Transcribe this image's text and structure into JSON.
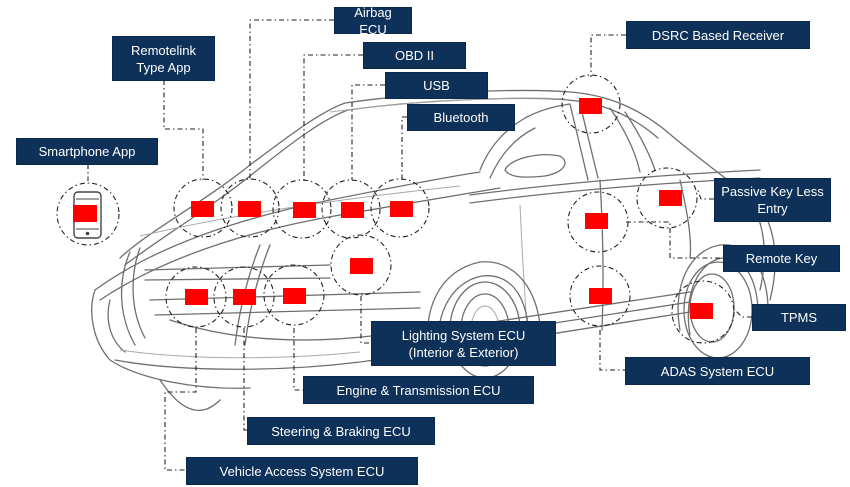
{
  "diagram": {
    "title": "Connected vehicle attack surfaces / ECU locations",
    "colors": {
      "label_background": "#0d3159",
      "label_text": "#ffffff",
      "module_marker": "#ff0000",
      "connector": "#222222",
      "car_outline": "#6f6f6f"
    },
    "labels": {
      "airbag_ecu": "Airbag ECU",
      "remotelink_app": "Remotelink\nType App",
      "obd_ii": "OBD II",
      "usb": "USB",
      "bluetooth": "Bluetooth",
      "dsrc_receiver": "DSRC Based Receiver",
      "smartphone_app": "Smartphone App",
      "passive_keyless_entry": "Passive Key Less\nEntry",
      "remote_key": "Remote Key",
      "tpms": "TPMS",
      "lighting_ecu": "Lighting System ECU\n(Interior & Exterior)",
      "engine_transmission_ecu": "Engine & Transmission ECU",
      "adas_ecu": "ADAS System ECU",
      "steering_braking_ecu": "Steering & Braking ECU",
      "vehicle_access_ecu": "Vehicle Access System ECU"
    },
    "icons": {
      "smartphone": "smartphone-icon",
      "module_marker": "ecu-module-marker"
    }
  }
}
